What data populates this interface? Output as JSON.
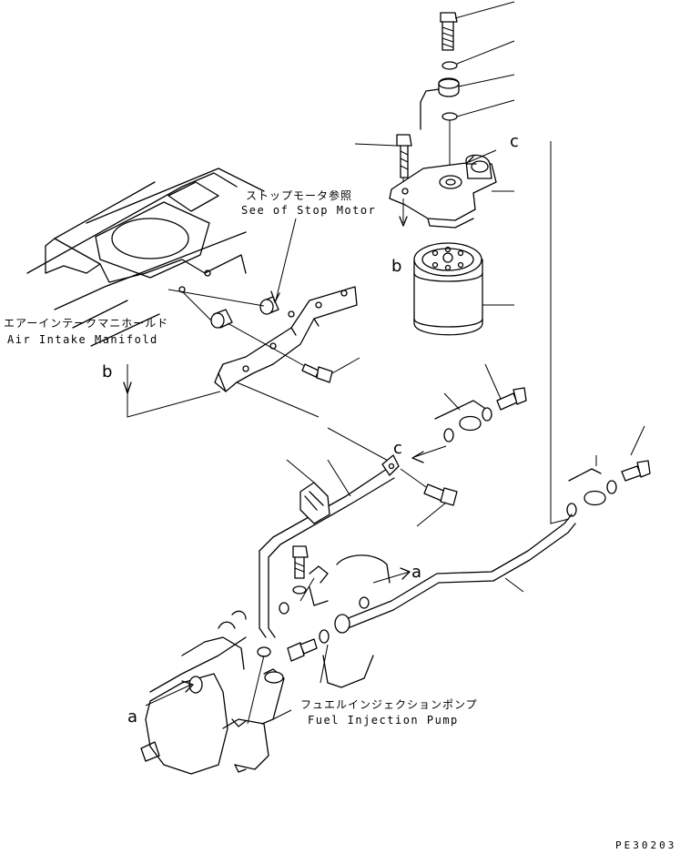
{
  "labels": {
    "stop_motor_jp": "ストップモータ参照",
    "stop_motor_en": "See of Stop Motor",
    "air_intake_jp": "エアーインテークマニホールド",
    "air_intake_en": "Air Intake Manifold",
    "fuel_pump_jp": "フュエルインジェクションポンプ",
    "fuel_pump_en": "Fuel Injection Pump"
  },
  "refs": {
    "a": "a",
    "b": "b",
    "c": "c"
  },
  "drawing_code": "PE30203"
}
